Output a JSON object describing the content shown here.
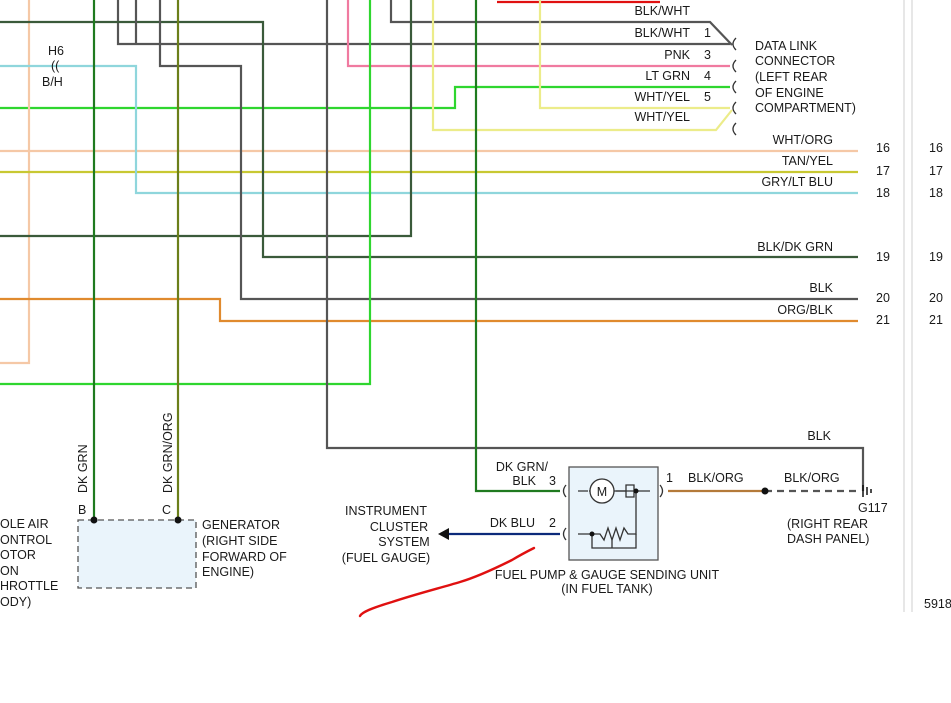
{
  "colors": {
    "dk_grn": "#1f7a1f",
    "lt_grn": "#2fd62f",
    "dk_grn_org": "#6b7f1a",
    "gray": "#555555",
    "blk_dk_grn": "#3a5a3a",
    "pnk": "#f07aa0",
    "wht_yel": "#ecec8a",
    "wht_org": "#f5c8a6",
    "tan_yel": "#c8c832",
    "gry_lt_blu": "#8fd6dc",
    "org_blk": "#e08a2e",
    "dk_blu": "#0c2a7a",
    "blk_org": "#b47a3a",
    "red_mark": "#e01010",
    "box_fill": "#eaf4fb"
  },
  "splice": {
    "id": "H6",
    "wire": "B/H"
  },
  "data_link_connector": {
    "label_lines": [
      "DATA LINK",
      "CONNECTOR",
      "(LEFT REAR",
      "OF ENGINE",
      "COMPARTMENT)"
    ],
    "wires": [
      {
        "color": "BLK/WHT",
        "pin": ""
      },
      {
        "color": "BLK/WHT",
        "pin": "1"
      },
      {
        "color": "PNK",
        "pin": "3"
      },
      {
        "color": "LT GRN",
        "pin": "4"
      },
      {
        "color": "WHT/YEL",
        "pin": "5"
      },
      {
        "color": "WHT/YEL",
        "pin": ""
      }
    ]
  },
  "through_wires": [
    {
      "color": "WHT/ORG",
      "ref": "16",
      "ref_right": "16"
    },
    {
      "color": "TAN/YEL",
      "ref": "17",
      "ref_right": "17"
    },
    {
      "color": "GRY/LT BLU",
      "ref": "18",
      "ref_right": "18"
    },
    {
      "color": "BLK/DK GRN",
      "ref": "19",
      "ref_right": "19"
    },
    {
      "color": "BLK",
      "ref": "20",
      "ref_right": "20"
    },
    {
      "color": "ORG/BLK",
      "ref": "21",
      "ref_right": "21"
    }
  ],
  "ground_wire": {
    "color": "BLK"
  },
  "generator": {
    "label_lines": [
      "GENERATOR",
      "(RIGHT SIDE",
      "FORWARD OF",
      "ENGINE)"
    ],
    "pins": [
      {
        "pin": "B",
        "wire": "DK GRN"
      },
      {
        "pin": "C",
        "wire": "DK GRN/ORG"
      }
    ]
  },
  "iac_partial": {
    "label_lines": [
      "OLE AIR",
      "ONTROL",
      "OTOR",
      "ON",
      "HROTTLE",
      "ODY)"
    ]
  },
  "fuel_unit": {
    "label_lines": [
      "FUEL PUMP & GAUGE SENDING UNIT",
      "(IN FUEL TANK)"
    ],
    "motor_symbol": "M",
    "pin3_wire": [
      "DK GRN/",
      "BLK"
    ],
    "pin3": "3",
    "pin2_wire": "DK BLU",
    "pin2": "2",
    "pin1": "1",
    "pin1_wire": "BLK/ORG",
    "ground_side_wire": "BLK/ORG"
  },
  "instrument_cluster": {
    "label_lines": [
      "INSTRUMENT",
      "CLUSTER",
      "SYSTEM",
      "(FUEL GAUGE)"
    ]
  },
  "ground": {
    "id": "G117",
    "label_lines": [
      "(RIGHT REAR",
      "DASH PANEL)"
    ]
  },
  "page_ref": "5918"
}
